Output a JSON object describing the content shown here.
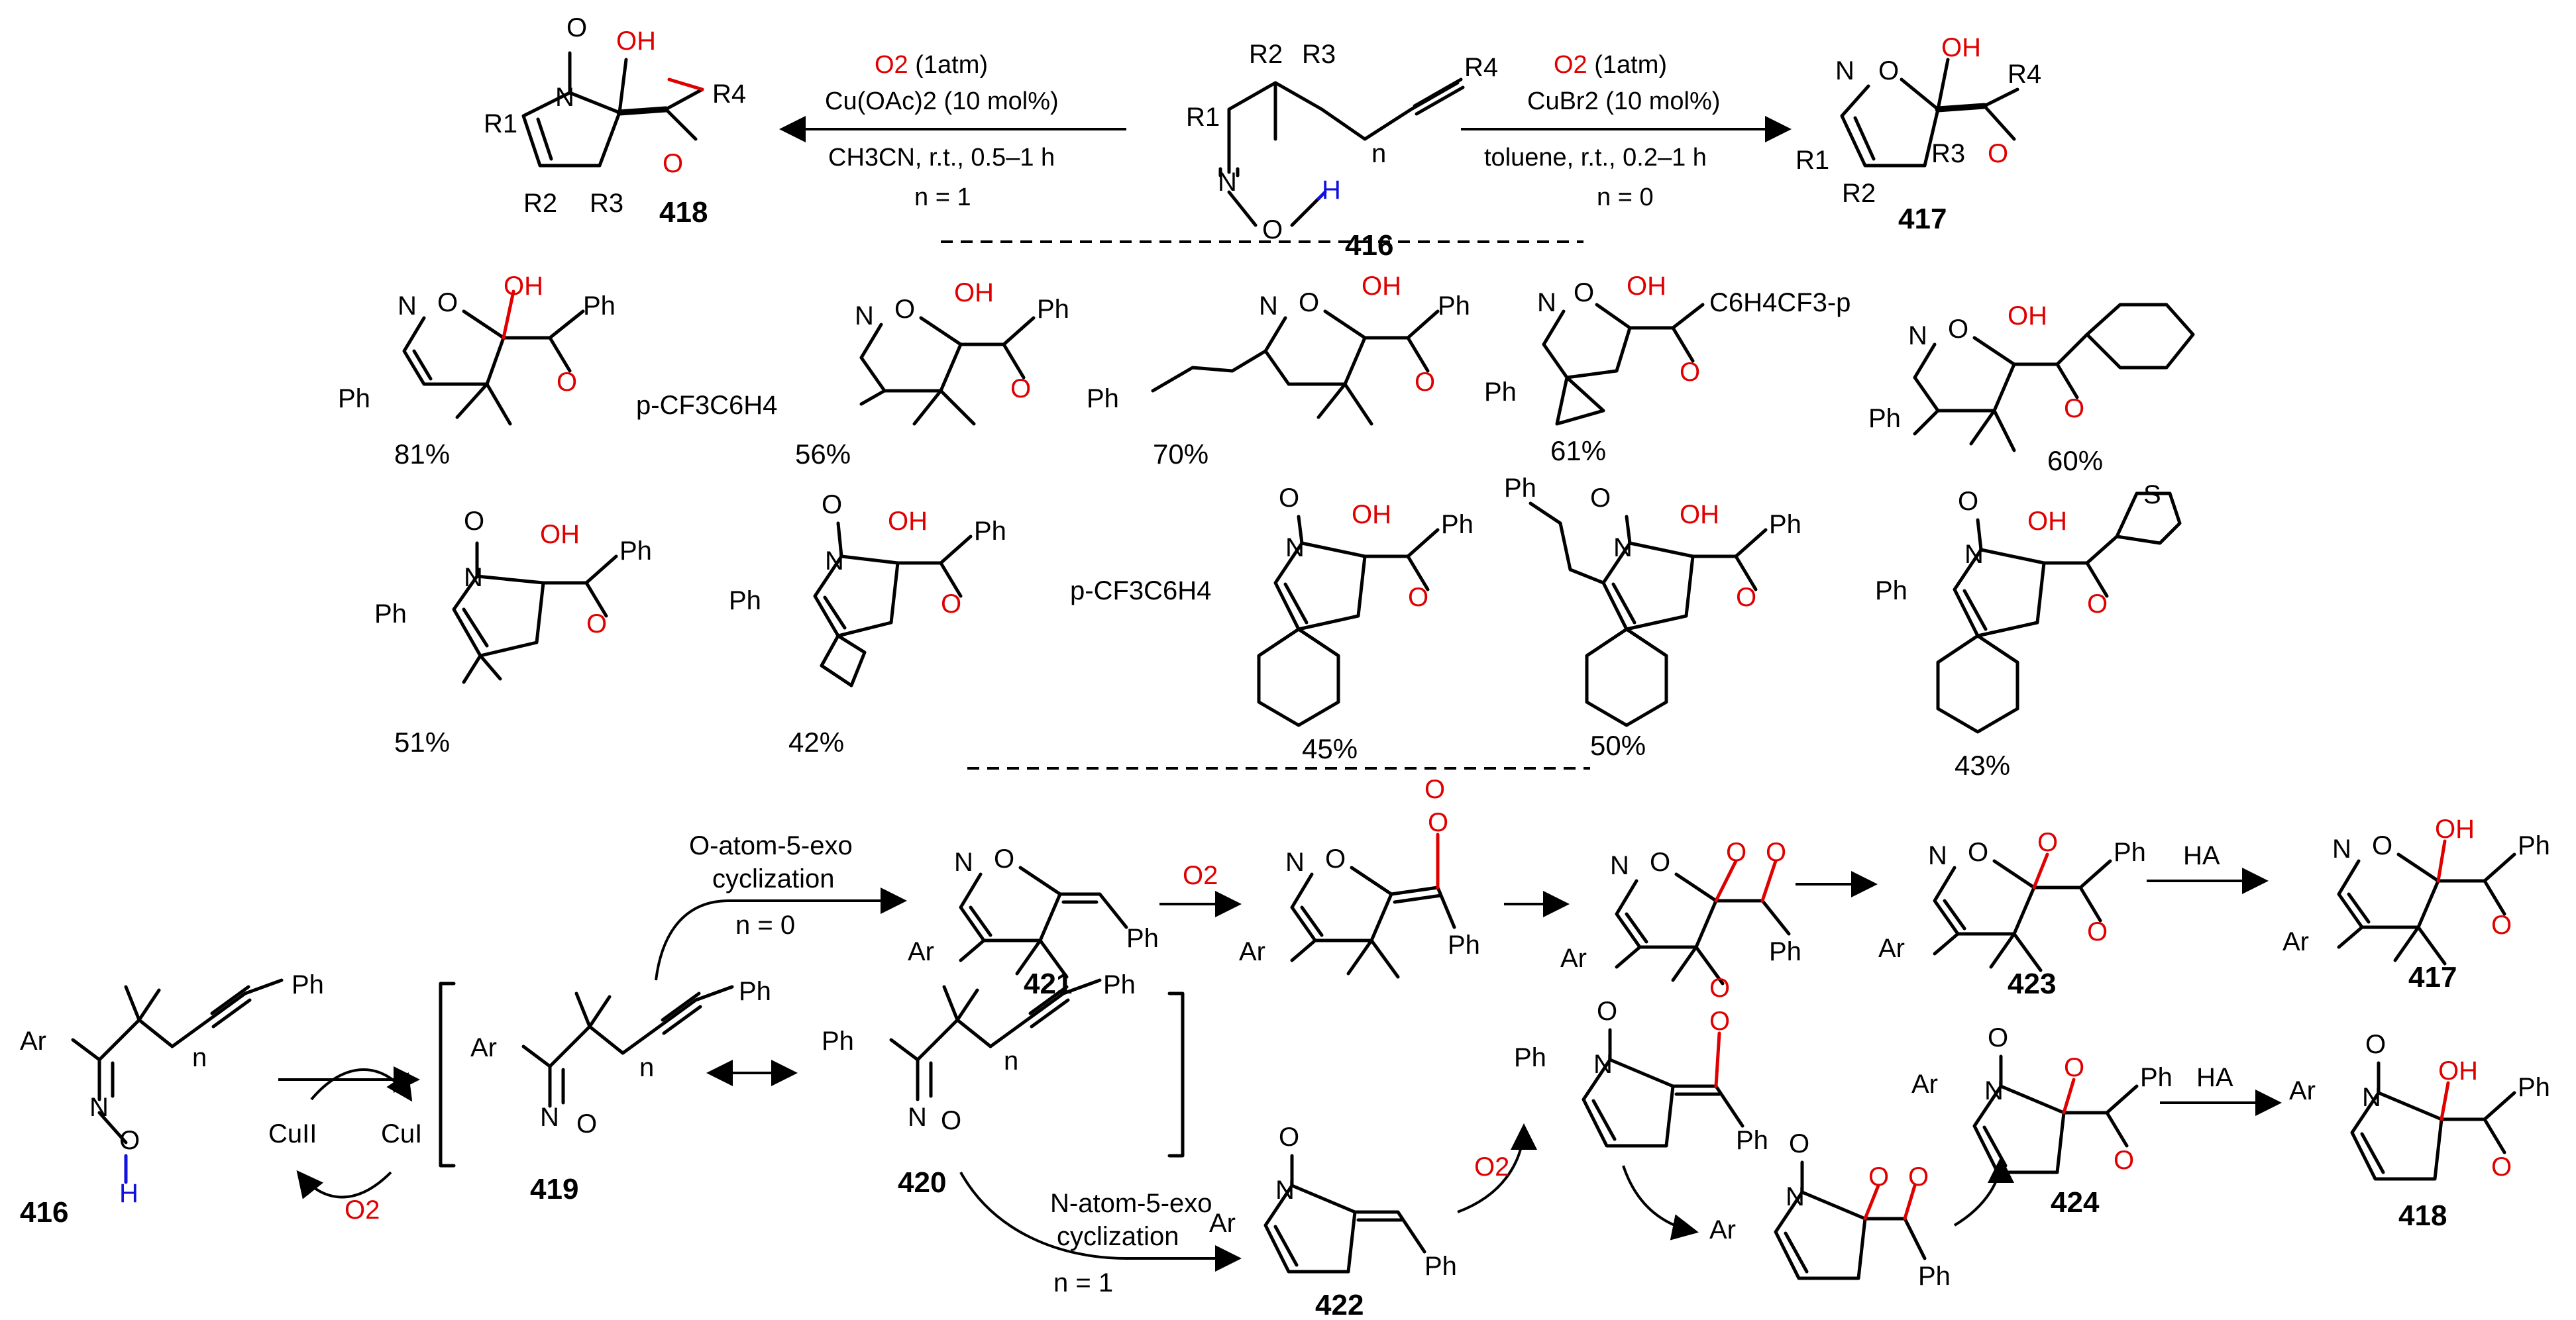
{
  "top": {
    "left_conditions": {
      "o2": "O2",
      "o2_tail": " (1atm)",
      "cat": "Cu(OAc)2 (10 mol%)",
      "solvent": "CH3CN, r.t., 0.5–1 h",
      "n": "n = 1"
    },
    "right_conditions": {
      "o2": "O2",
      "o2_tail": " (1atm)",
      "cat": "CuBr2 (10 mol%)",
      "solvent": "toluene, r.t., 0.2–1 h",
      "n": "n = 0"
    },
    "labels": {
      "c418": "418",
      "c416": "416",
      "c417": "417"
    }
  },
  "atoms": {
    "O": "O",
    "OH": "OH",
    "H": "H",
    "N": "N",
    "Ph": "Ph",
    "Ar": "Ar",
    "S": "S",
    "R1": "R1",
    "R2": "R2",
    "R3": "R3",
    "R4": "R4",
    "n": "n",
    "CF3Ph": "p-CF3C6H4",
    "C6H4CF3": "C6H4CF3-p"
  },
  "yields": {
    "row1": [
      "81%",
      "56%",
      "70%",
      "61%",
      "60%"
    ],
    "row2": [
      "51%",
      "42%",
      "45%",
      "50%",
      "43%"
    ]
  },
  "mechanism": {
    "o_cyclization": [
      "O-atom-5-exo",
      "cyclization",
      "n = 0"
    ],
    "n_cyclization": [
      "N-atom-5-exo",
      "cyclization",
      "n = 1"
    ],
    "o2": "O2",
    "ha": "HA",
    "cu2": "CuII",
    "cu1": "CuI",
    "labels": [
      "416",
      "419",
      "420",
      "421",
      "422",
      "423",
      "424",
      "417",
      "418"
    ]
  }
}
